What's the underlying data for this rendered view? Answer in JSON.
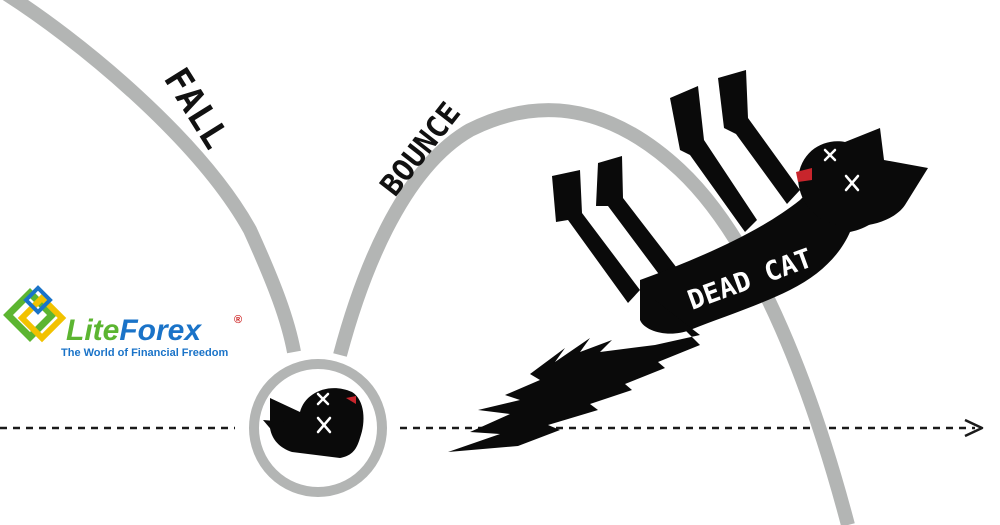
{
  "labels": {
    "fall": "FALL",
    "bounce": "BOUNCE",
    "dead_cat": "DEAD CAT"
  },
  "logo": {
    "name_part1": "Lite",
    "name_part2": "Forex",
    "registered": "®",
    "tagline": "The World of Financial Freedom"
  },
  "colors": {
    "curve": "#b3b5b4",
    "cat": "#0a0a0a",
    "cat_eye": "#ffffff",
    "tongue": "#c8252c",
    "axis": "#1a1a1a",
    "logo_green": "#5cb531",
    "logo_yellow": "#f2c200",
    "logo_blue": "#1a73c8"
  },
  "icons": {
    "axis_arrow": "arrow-right-icon",
    "logo_mark": "liteforex-diamond-icon"
  }
}
